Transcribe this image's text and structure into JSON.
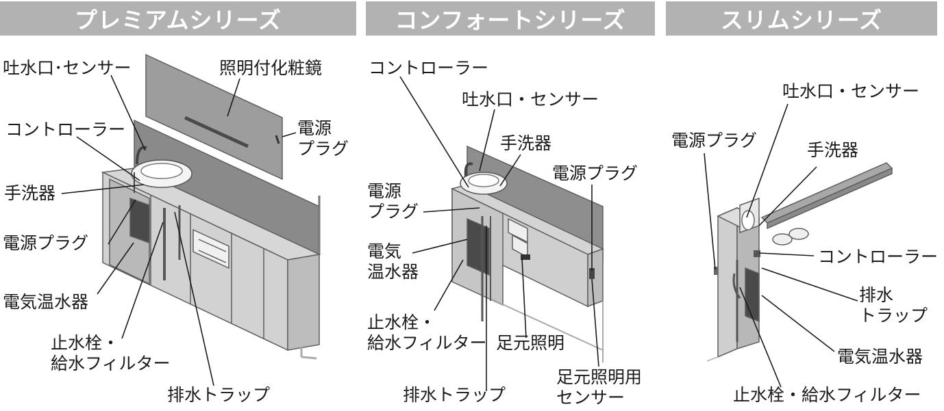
{
  "series": [
    {
      "title": "プレミアムシリーズ",
      "labels": {
        "spout_sensor": "吐水口･センサー",
        "lighted_mirror": "照明付化粧鏡",
        "power_plug_line1": "電源",
        "power_plug_line2": "プラグ",
        "controller": "コントローラー",
        "hand_basin": "手洗器",
        "power_plug": "電源プラグ",
        "water_heater": "電気温水器",
        "stop_valve_line1": "止水栓・",
        "stop_valve_line2": "給水フィルター",
        "drain_trap": "排水トラップ"
      }
    },
    {
      "title": "コンフォートシリーズ",
      "labels": {
        "controller": "コントローラー",
        "spout_sensor": "吐水口・センサー",
        "hand_basin": "手洗器",
        "power_plug_right": "電源プラグ",
        "power_plug_line1": "電源",
        "power_plug_line2": "プラグ",
        "water_heater_line1": "電気",
        "water_heater_line2": "温水器",
        "stop_valve_line1": "止水栓・",
        "stop_valve_line2": "給水フィルター",
        "foot_light": "足元照明",
        "foot_light_sensor_line1": "足元照明用",
        "foot_light_sensor_line2": "センサー",
        "drain_trap": "排水トラップ"
      }
    },
    {
      "title": "スリムシリーズ",
      "labels": {
        "spout_sensor": "吐水口・センサー",
        "power_plug": "電源プラグ",
        "hand_basin": "手洗器",
        "controller": "コントローラー",
        "drain_trap_line1": "排水",
        "drain_trap_line2": "トラップ",
        "water_heater": "電気温水器",
        "stop_valve": "止水栓・給水フィルター"
      }
    }
  ]
}
